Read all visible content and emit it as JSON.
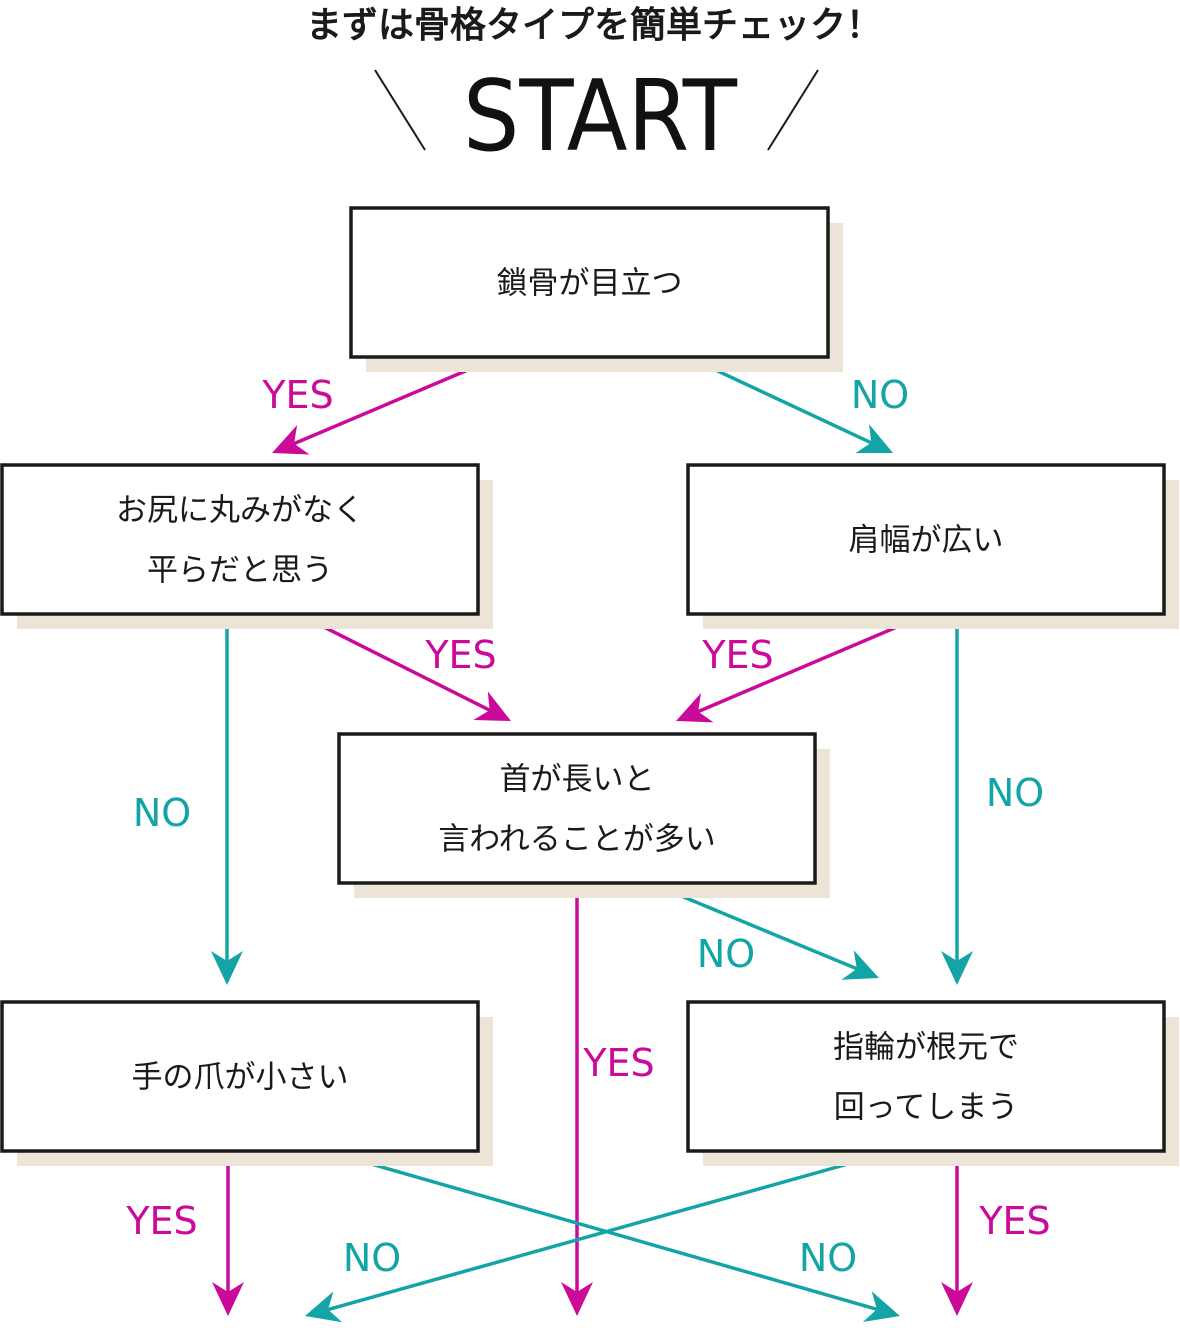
{
  "title": "まずは骨格タイプを簡単チェック！",
  "start": "START",
  "colors": {
    "yes": "#cc0a99",
    "no": "#13a5a6",
    "shadow": "#ece4d6",
    "border": "#1a1a1a"
  },
  "nodes": [
    {
      "id": "clavicle",
      "lines": [
        "鎖骨が目立つ"
      ]
    },
    {
      "id": "hips",
      "lines": [
        "お尻に丸みがなく",
        "平らだと思う"
      ]
    },
    {
      "id": "shoulders",
      "lines": [
        "肩幅が広い"
      ]
    },
    {
      "id": "neck",
      "lines": [
        "首が長いと",
        "言われることが多い"
      ]
    },
    {
      "id": "nails",
      "lines": [
        "手の爪が小さい"
      ]
    },
    {
      "id": "ring",
      "lines": [
        "指輪が根元で",
        "回ってしまう"
      ]
    }
  ],
  "edges": [
    {
      "from": "clavicle",
      "to": "hips",
      "label": "YES",
      "kind": "yes"
    },
    {
      "from": "clavicle",
      "to": "shoulders",
      "label": "NO",
      "kind": "no"
    },
    {
      "from": "hips",
      "to": "neck",
      "label": "YES",
      "kind": "yes"
    },
    {
      "from": "hips",
      "to": "nails",
      "label": "NO",
      "kind": "no"
    },
    {
      "from": "shoulders",
      "to": "neck",
      "label": "YES",
      "kind": "yes"
    },
    {
      "from": "shoulders",
      "to": "ring",
      "label": "NO",
      "kind": "no"
    },
    {
      "from": "neck",
      "to": "ring",
      "label": "NO",
      "kind": "no"
    },
    {
      "from": "neck",
      "to": "result-3",
      "label": "YES",
      "kind": "yes"
    },
    {
      "from": "nails",
      "to": "result-1",
      "label": "YES",
      "kind": "yes"
    },
    {
      "from": "nails",
      "to": "result-4",
      "label": "NO",
      "kind": "no"
    },
    {
      "from": "ring",
      "to": "result-2",
      "label": "NO",
      "kind": "no"
    },
    {
      "from": "ring",
      "to": "result-5",
      "label": "YES",
      "kind": "yes"
    }
  ]
}
